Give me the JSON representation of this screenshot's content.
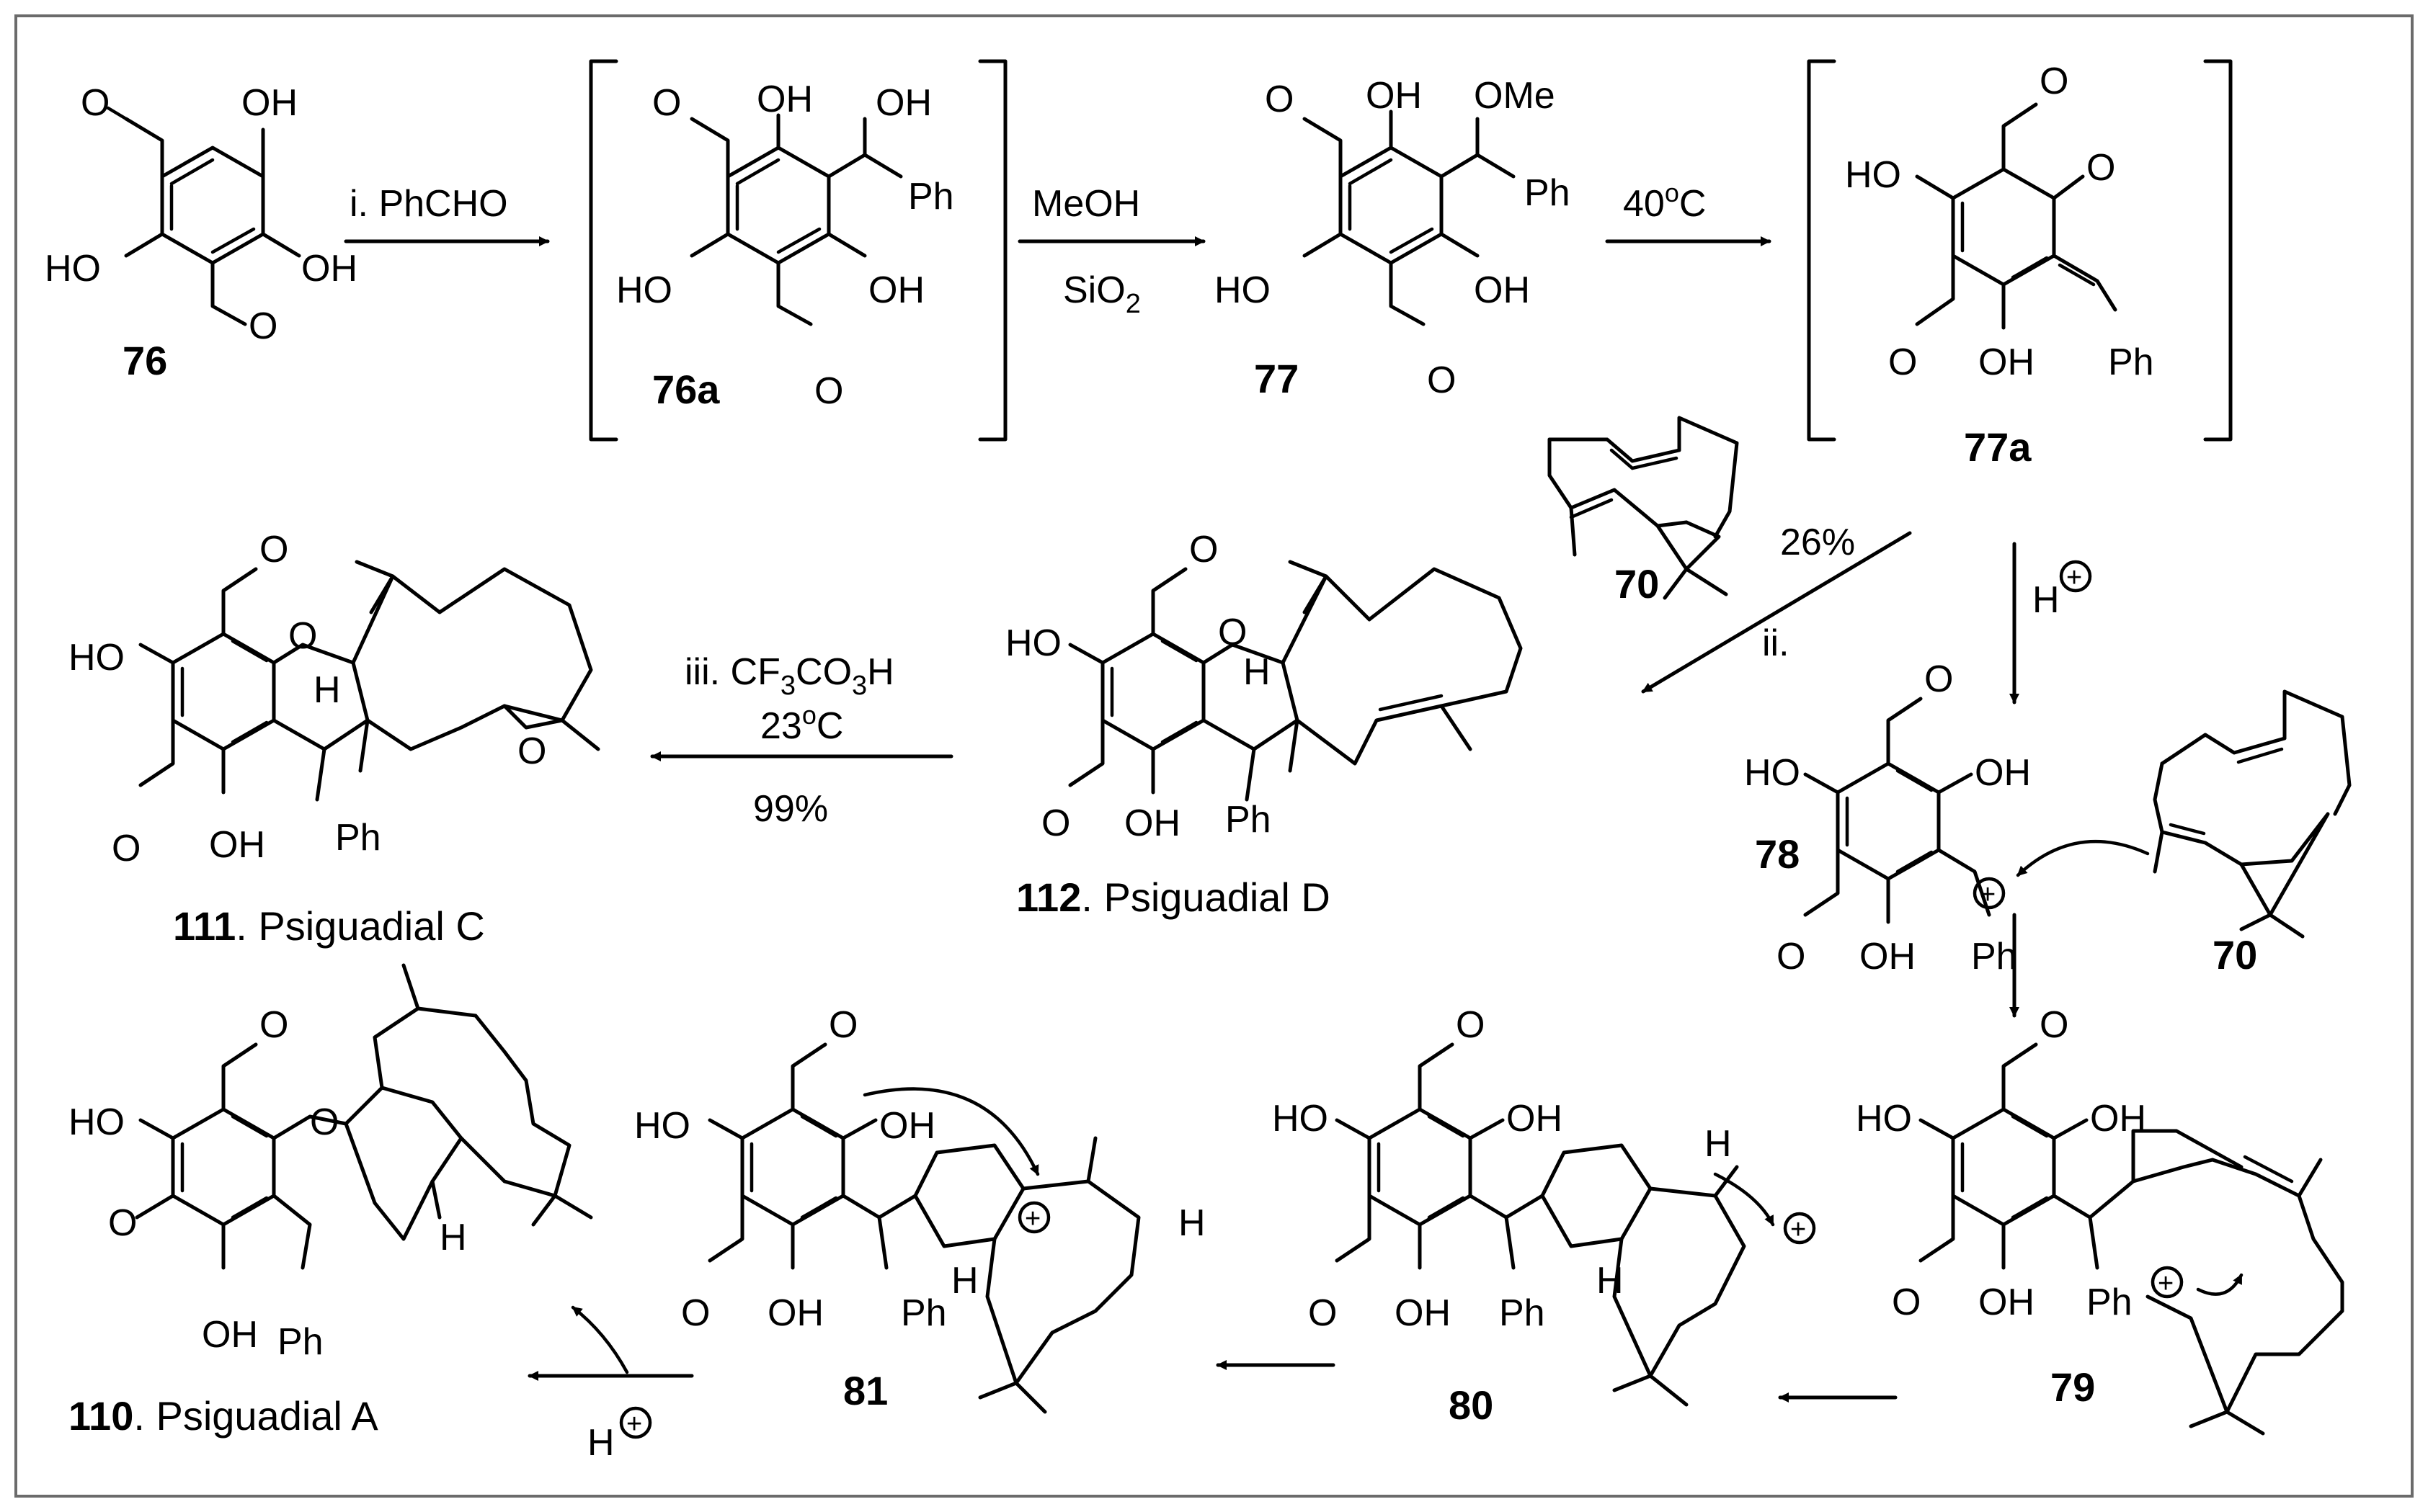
{
  "compounds": {
    "c76": {
      "number": "76"
    },
    "c76a": {
      "number": "76a"
    },
    "c77": {
      "number": "77"
    },
    "c77a": {
      "number": "77a"
    },
    "c70a": {
      "number": "70"
    },
    "c70b": {
      "number": "70"
    },
    "c78": {
      "number": "78"
    },
    "c79": {
      "number": "79"
    },
    "c80": {
      "number": "80"
    },
    "c81": {
      "number": "81"
    },
    "c111": {
      "number": "111",
      "name": ". Psiguadial C"
    },
    "c112": {
      "number": "112",
      "name": ". Psiguadial D"
    },
    "c110": {
      "number": "110",
      "name": ". Psiguadial A"
    }
  },
  "conditions": {
    "step_i": "i. PhCHO",
    "meoh": "MeOH",
    "sio2_main": "SiO",
    "sio2_sub": "2",
    "temp40": "40",
    "temp40_sup": "o",
    "temp40_unit": "C",
    "yield26": "26%",
    "step_ii": "ii.",
    "step_iii_pre": "iii. CF",
    "step_iii_s1": "3",
    "step_iii_mid": "CO",
    "step_iii_s2": "3",
    "step_iii_end": "H",
    "temp23": "23",
    "temp23_sup": "o",
    "temp23_unit": "C",
    "yield99": "99%",
    "proton_h": "H",
    "proton_h2": "H"
  },
  "atoms": {
    "OH": "OH",
    "HO": "HO",
    "O": "O",
    "Ph": "Ph",
    "OMe": "OMe",
    "H": "H",
    "plus": "+"
  }
}
